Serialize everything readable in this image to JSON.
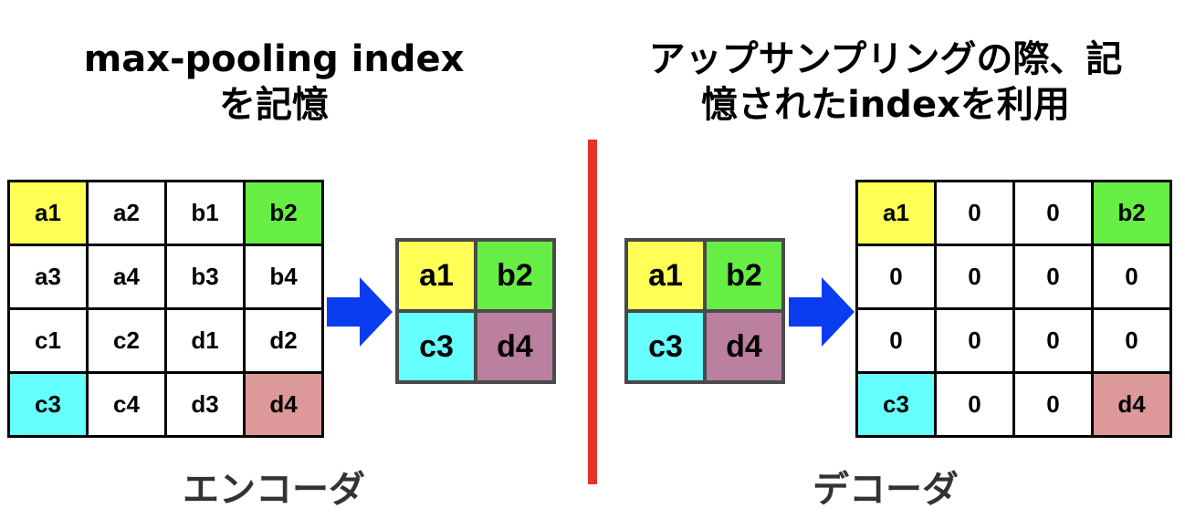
{
  "left": {
    "title_lines": [
      "max-pooling index",
      "を記憶"
    ],
    "caption": "エンコーダ",
    "input_grid": [
      [
        {
          "v": "a1",
          "c": "#ffff55"
        },
        {
          "v": "a2",
          "c": "#ffffff"
        },
        {
          "v": "b1",
          "c": "#ffffff"
        },
        {
          "v": "b2",
          "c": "#66ee44"
        }
      ],
      [
        {
          "v": "a3",
          "c": "#ffffff"
        },
        {
          "v": "a4",
          "c": "#ffffff"
        },
        {
          "v": "b3",
          "c": "#ffffff"
        },
        {
          "v": "b4",
          "c": "#ffffff"
        }
      ],
      [
        {
          "v": "c1",
          "c": "#ffffff"
        },
        {
          "v": "c2",
          "c": "#ffffff"
        },
        {
          "v": "d1",
          "c": "#ffffff"
        },
        {
          "v": "d2",
          "c": "#ffffff"
        }
      ],
      [
        {
          "v": "c3",
          "c": "#66ffff"
        },
        {
          "v": "c4",
          "c": "#ffffff"
        },
        {
          "v": "d3",
          "c": "#ffffff"
        },
        {
          "v": "d4",
          "c": "#dd9999"
        }
      ]
    ],
    "pooled_grid": [
      [
        {
          "v": "a1",
          "c": "#ffff55"
        },
        {
          "v": "b2",
          "c": "#66ee44"
        }
      ],
      [
        {
          "v": "c3",
          "c": "#66ffff"
        },
        {
          "v": "d4",
          "c": "#bb7fa0"
        }
      ]
    ]
  },
  "right": {
    "title_lines": [
      "アップサンプリングの際、記",
      "憶されたindexを利用"
    ],
    "caption": "デコーダ",
    "pooled_grid": [
      [
        {
          "v": "a1",
          "c": "#ffff55"
        },
        {
          "v": "b2",
          "c": "#66ee44"
        }
      ],
      [
        {
          "v": "c3",
          "c": "#66ffff"
        },
        {
          "v": "d4",
          "c": "#bb7fa0"
        }
      ]
    ],
    "output_grid": [
      [
        {
          "v": "a1",
          "c": "#ffff55"
        },
        {
          "v": "0",
          "c": "#ffffff"
        },
        {
          "v": "0",
          "c": "#ffffff"
        },
        {
          "v": "b2",
          "c": "#66ee44"
        }
      ],
      [
        {
          "v": "0",
          "c": "#ffffff"
        },
        {
          "v": "0",
          "c": "#ffffff"
        },
        {
          "v": "0",
          "c": "#ffffff"
        },
        {
          "v": "0",
          "c": "#ffffff"
        }
      ],
      [
        {
          "v": "0",
          "c": "#ffffff"
        },
        {
          "v": "0",
          "c": "#ffffff"
        },
        {
          "v": "0",
          "c": "#ffffff"
        },
        {
          "v": "0",
          "c": "#ffffff"
        }
      ],
      [
        {
          "v": "c3",
          "c": "#66ffff"
        },
        {
          "v": "0",
          "c": "#ffffff"
        },
        {
          "v": "0",
          "c": "#ffffff"
        },
        {
          "v": "d4",
          "c": "#dd9999"
        }
      ]
    ]
  },
  "colors": {
    "arrow": "#0a3cf0",
    "divider": "#e53329"
  }
}
